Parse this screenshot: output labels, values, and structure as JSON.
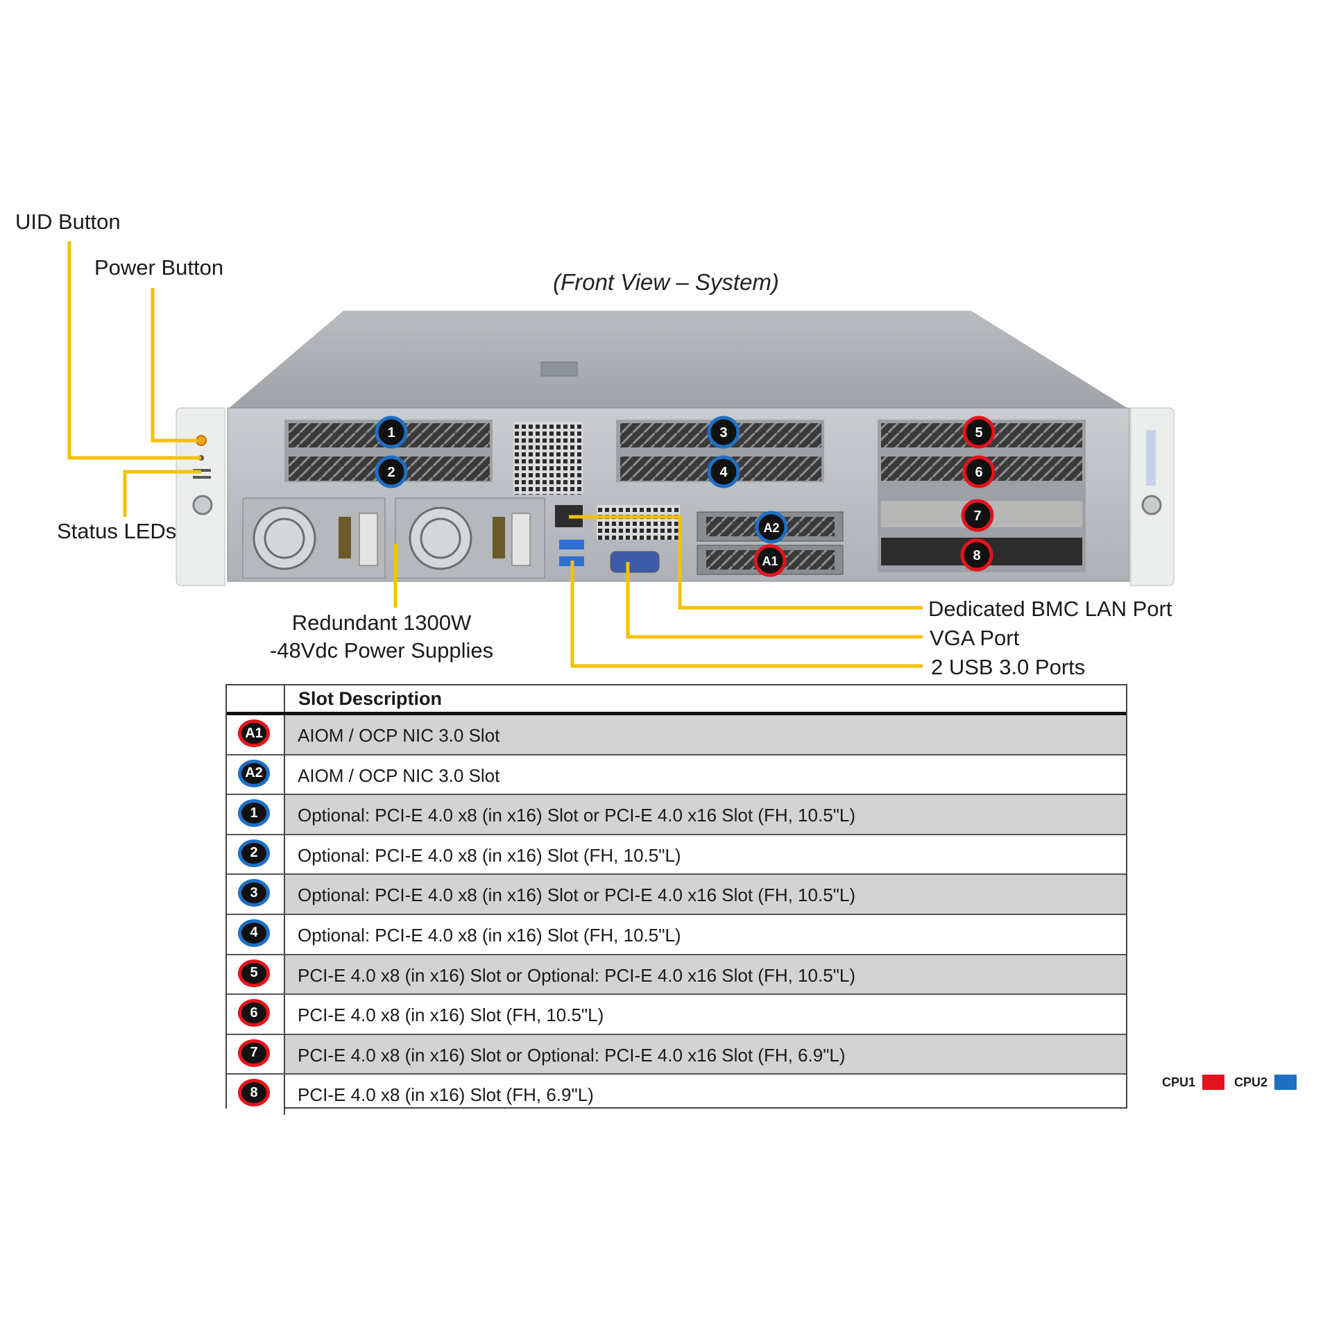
{
  "caption": "(Front View – System)",
  "callouts": {
    "uid_button": "UID Button",
    "power_button": "Power Button",
    "status_leds": "Status LEDs",
    "power_supplies_line1": "Redundant 1300W",
    "power_supplies_line2": "-48Vdc Power Supplies",
    "bmc_lan": "Dedicated BMC LAN Port",
    "vga": "VGA Port",
    "usb": "2 USB 3.0 Ports"
  },
  "chassis_badges": {
    "b1": "1",
    "b2": "2",
    "b3": "3",
    "b4": "4",
    "b5": "5",
    "b6": "6",
    "b7": "7",
    "b8": "8",
    "a1": "A1",
    "a2": "A2"
  },
  "table": {
    "header": "Slot Description",
    "rows": [
      {
        "badge": "A1",
        "cpu": "CPU1",
        "desc": "AIOM / OCP NIC 3.0 Slot"
      },
      {
        "badge": "A2",
        "cpu": "CPU2",
        "desc": "AIOM / OCP NIC 3.0 Slot"
      },
      {
        "badge": "1",
        "cpu": "CPU2",
        "desc": "Optional: PCI-E 4.0 x8 (in x16) Slot or PCI-E 4.0 x16 Slot (FH, 10.5\"L)"
      },
      {
        "badge": "2",
        "cpu": "CPU2",
        "desc": "Optional: PCI-E 4.0 x8 (in x16) Slot (FH, 10.5\"L)"
      },
      {
        "badge": "3",
        "cpu": "CPU2",
        "desc": "Optional: PCI-E 4.0 x8 (in x16) Slot or PCI-E 4.0 x16 Slot (FH, 10.5\"L)"
      },
      {
        "badge": "4",
        "cpu": "CPU2",
        "desc": "Optional: PCI-E 4.0 x8 (in x16) Slot (FH, 10.5\"L)"
      },
      {
        "badge": "5",
        "cpu": "CPU1",
        "desc": "PCI-E 4.0 x8 (in x16) Slot or Optional: PCI-E 4.0 x16 Slot (FH, 10.5\"L)"
      },
      {
        "badge": "6",
        "cpu": "CPU1",
        "desc": "PCI-E 4.0 x8 (in x16) Slot (FH, 10.5\"L)"
      },
      {
        "badge": "7",
        "cpu": "CPU1",
        "desc": "PCI-E 4.0 x8 (in x16) Slot or Optional: PCI-E 4.0 x16 Slot (FH, 6.9\"L)"
      },
      {
        "badge": "8",
        "cpu": "CPU1",
        "desc": "PCI-E 4.0 x8 (in x16) Slot (FH, 6.9\"L)"
      }
    ]
  },
  "legend": [
    {
      "label": "CPU1",
      "color": "#e3141d"
    },
    {
      "label": "CPU2",
      "color": "#1f6fc4"
    }
  ],
  "colors": {
    "callout_line": "#f2c200",
    "cpu1": "#e3141d",
    "cpu2": "#1f6fc4"
  }
}
